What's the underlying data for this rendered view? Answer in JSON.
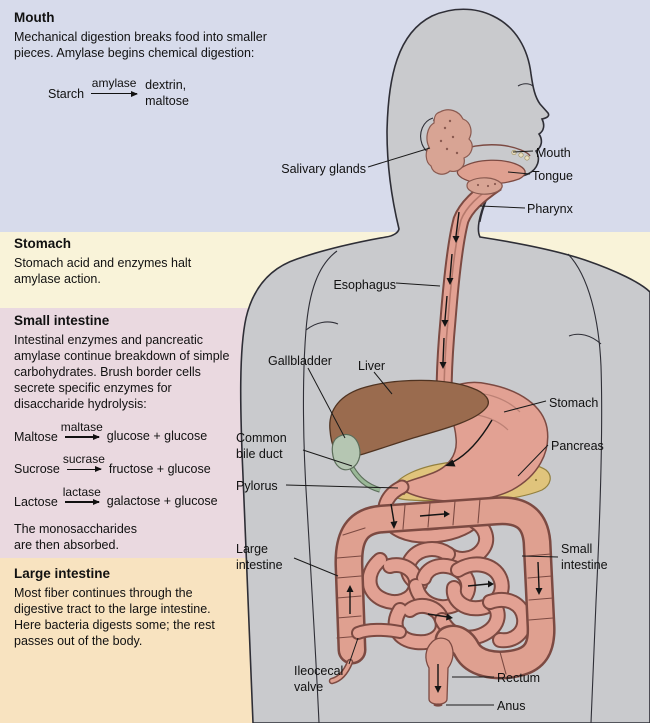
{
  "meta": {
    "title": "Carbohydrate digestion in the digestive system"
  },
  "colors": {
    "band_mouth": "#d7dbeb",
    "band_stomach": "#f9f3d9",
    "band_small_intestine": "#ead9e0",
    "band_large_intestine": "#f8e3c0",
    "body_gray": "#c9cacd",
    "outline": "#2e2e36",
    "organ_pink": "#e2a193",
    "organ_outline": "#7c4a42",
    "liver_brown": "#9a6b4e",
    "pancreas_yellow": "#e0c47c",
    "gallbladder_green": "#b5c6b2",
    "label_text": "#111111"
  },
  "sections": [
    {
      "title": "Mouth",
      "body": "Mechanical digestion breaks food into smaller\npieces. Amylase begins chemical digestion:",
      "reactions": [
        {
          "substrate": "Starch",
          "enzyme": "amylase",
          "products": "dextrin,\nmaltose"
        }
      ]
    },
    {
      "title": "Stomach",
      "body": "Stomach acid and enzymes halt\namylase action."
    },
    {
      "title": "Small intestine",
      "body": "Intestinal enzymes and pancreatic\namylase continue breakdown of simple\ncarbohydrates. Brush border cells\nsecrete specific enzymes for\ndisaccharide hydrolysis:",
      "reactions": [
        {
          "substrate": "Maltose",
          "enzyme": "maltase",
          "products": "glucose + glucose"
        },
        {
          "substrate": "Sucrose",
          "enzyme": "sucrase",
          "products": "fructose + glucose"
        },
        {
          "substrate": "Lactose",
          "enzyme": "lactase",
          "products": "galactose + glucose"
        }
      ],
      "footer": "The monosaccharides\nare then absorbed."
    },
    {
      "title": "Large intestine",
      "body": "Most fiber continues through the\ndigestive tract to the large intestine.\nHere bacteria digests some; the rest\npasses out of the body."
    }
  ],
  "anatomy": {
    "labels": [
      {
        "id": "salivary-glands",
        "text": "Salivary glands"
      },
      {
        "id": "mouth",
        "text": "Mouth"
      },
      {
        "id": "tongue",
        "text": "Tongue"
      },
      {
        "id": "pharynx",
        "text": "Pharynx"
      },
      {
        "id": "esophagus",
        "text": "Esophagus"
      },
      {
        "id": "gallbladder",
        "text": "Gallbladder"
      },
      {
        "id": "liver",
        "text": "Liver"
      },
      {
        "id": "stomach",
        "text": "Stomach"
      },
      {
        "id": "pancreas",
        "text": "Pancreas"
      },
      {
        "id": "common-bile-duct",
        "text": "Common\nbile duct"
      },
      {
        "id": "pylorus",
        "text": "Pylorus"
      },
      {
        "id": "large-intestine",
        "text": "Large\nintestine"
      },
      {
        "id": "small-intestine",
        "text": "Small\nintestine"
      },
      {
        "id": "ileocecal-valve",
        "text": "Ileocecal\nvalve"
      },
      {
        "id": "rectum",
        "text": "Rectum"
      },
      {
        "id": "anus",
        "text": "Anus"
      }
    ]
  }
}
